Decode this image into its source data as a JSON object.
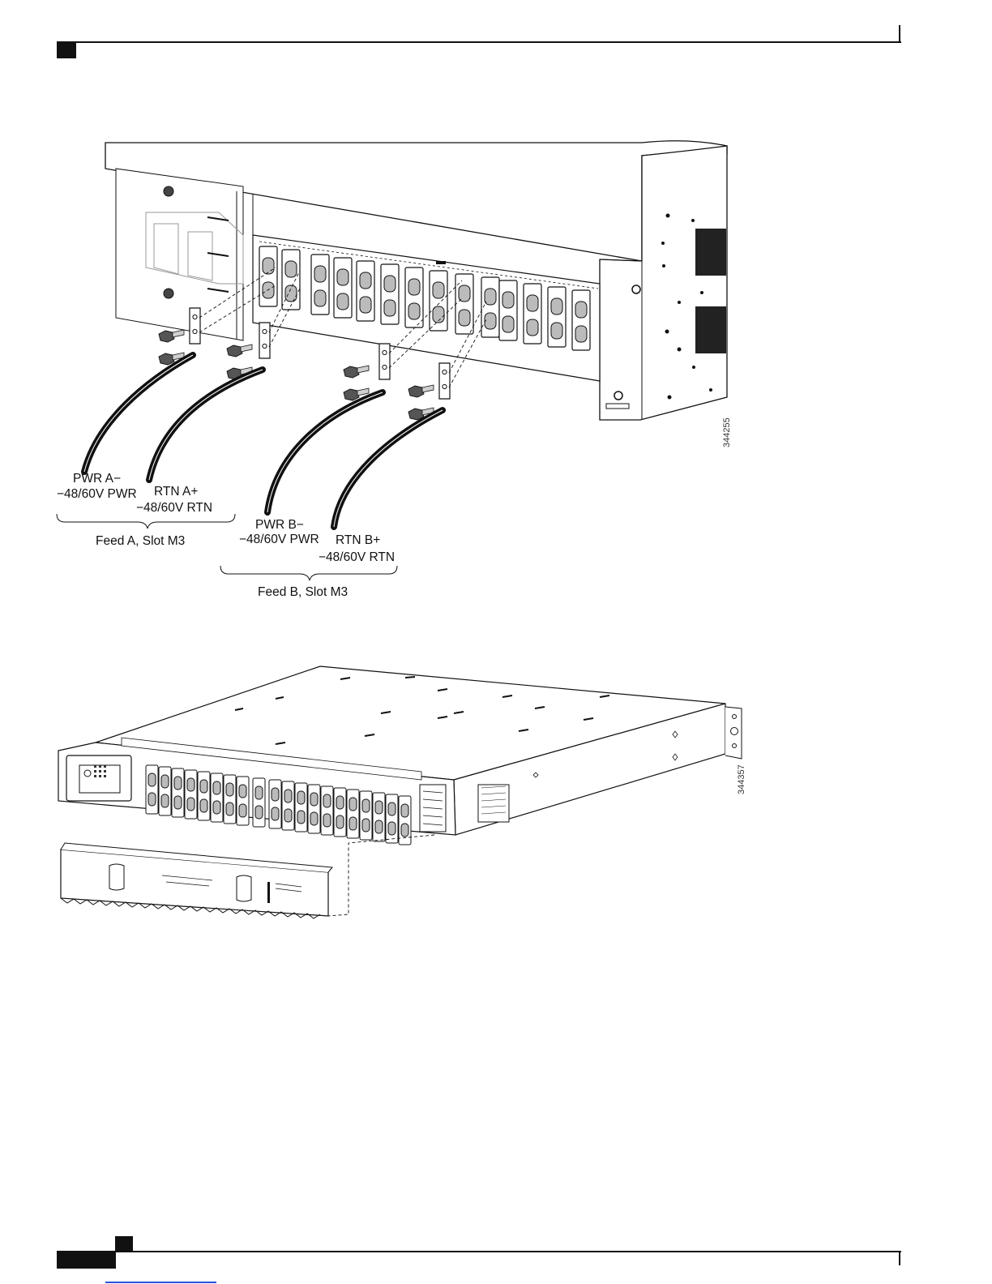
{
  "figure1": {
    "labels": {
      "pwr_a": "PWR A−",
      "pwr_a_sub": "−48/60V PWR",
      "rtn_a": "RTN A+",
      "rtn_a_sub": "−48/60V RTN",
      "feed_a": "Feed A, Slot M3",
      "pwr_b": "PWR B−",
      "pwr_b_sub": "−48/60V PWR",
      "rtn_b": "RTN B+",
      "rtn_b_sub": "−48/60V RTN",
      "feed_b": "Feed B, Slot M3"
    },
    "figure_id": "344255"
  },
  "figure2": {
    "figure_id": "344357"
  },
  "colors": {
    "ink": "#111111",
    "link": "#2a4fd6"
  }
}
